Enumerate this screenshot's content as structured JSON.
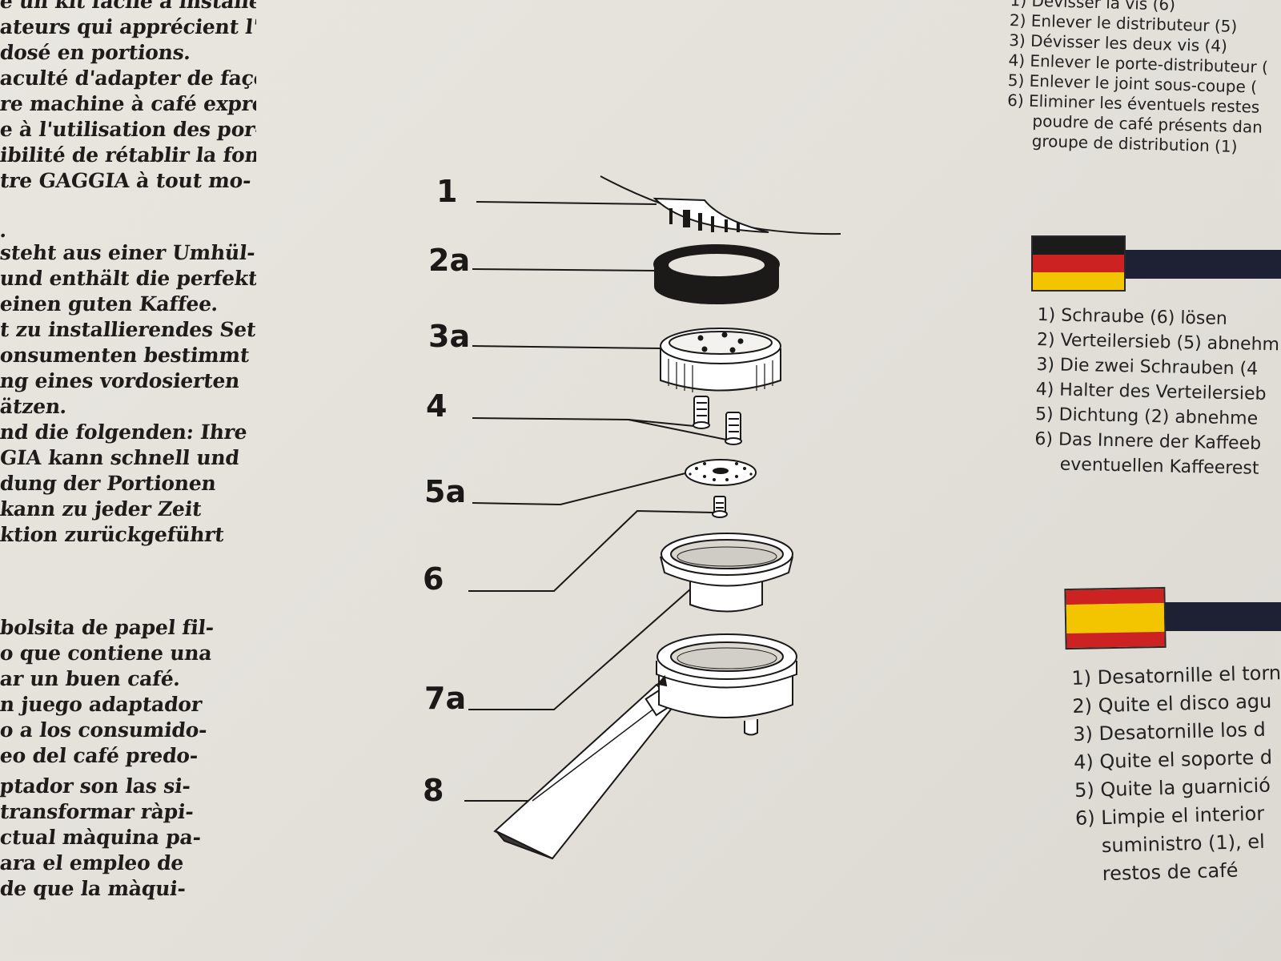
{
  "left_column": {
    "fr_lines": [
      "e un kit facile à installer",
      "ateurs qui apprécient l'uti-",
      "dosé en portions.",
      "aculté d'adapter de façon",
      "re machine à café expres-",
      "e à l'utilisation des por-",
      "ibilité de rétablir la fonc-",
      "tre GAGGIA à tout mo-",
      "."
    ],
    "de_lines": [
      "steht aus einer Umhül-",
      "und enthält die perfekt",
      " einen guten Kaffee.",
      "t zu installierendes Set",
      "onsumenten bestimmt",
      "ng eines vordosierten",
      "ätzen.",
      "nd die folgenden: Ihre",
      "GIA kann schnell und",
      "dung der Portionen",
      " kann zu jeder Zeit",
      "ktion zurückgeführt"
    ],
    "es_lines": [
      "bolsita de papel fil-",
      "o que contiene una",
      "ar un buen café.",
      "n juego adaptador",
      "o a los consumido-",
      "eo del café predo-",
      "",
      "ptador son las si-",
      "transformar ràpi-",
      "ctual màquina pa-",
      "ara el empleo de",
      "de que la màqui-"
    ]
  },
  "diagram": {
    "labels": [
      "1",
      "2a",
      "3a",
      "4",
      "5a",
      "6",
      "7a",
      "8"
    ]
  },
  "right_column": {
    "fr_items": [
      "1) Dévisser la vis (6)",
      "2) Enlever le distributeur (5)",
      "3) Dévisser les deux vis (4)",
      "4) Enlever le porte-distributeur (",
      "5) Enlever le joint sous-coupe (",
      "6) Eliminer les éventuels restes",
      "poudre de café présents dan",
      "groupe de distribution (1)"
    ],
    "de_items": [
      "1) Schraube (6) lösen",
      "2) Verteilersieb (5) abnehm",
      "3) Die zwei Schrauben (4",
      "4) Halter des Verteilersieb",
      "5) Dichtung (2) abnehme",
      "6) Das Innere der Kaffeeb",
      "eventuellen Kaffeerest"
    ],
    "es_items": [
      "1) Desatornille el torn",
      "2) Quite el disco agu",
      "3) Desatornille los d",
      "4) Quite el soporte d",
      "5) Quite la guarnició",
      "6) Limpie el interior",
      "suministro (1), el",
      "restos de café"
    ]
  },
  "colors": {
    "paper": "#e6e3dd",
    "ink": "#1e1c1a",
    "flag_black": "#1b1b1b",
    "flag_red": "#cc2222",
    "flag_gold": "#f2c500",
    "band_navy": "#1e2033"
  }
}
